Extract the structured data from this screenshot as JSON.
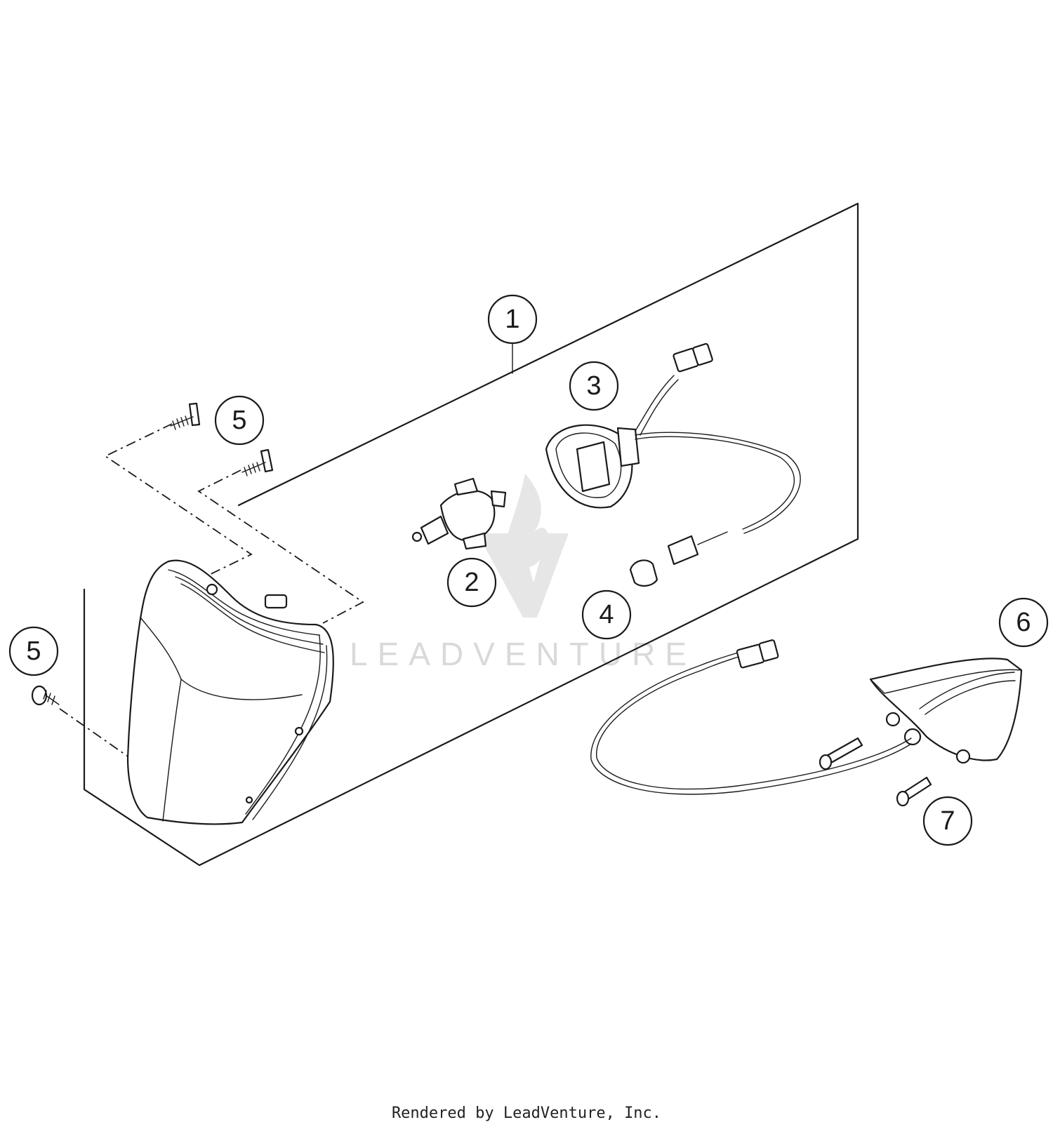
{
  "callouts": {
    "c1": "1",
    "c2": "2",
    "c3": "3",
    "c4": "4",
    "c5a": "5",
    "c5b": "5",
    "c6": "6",
    "c7": "7"
  },
  "watermark": "LEADVENTURE",
  "footer": "Rendered by LeadVenture, Inc.",
  "colors": {
    "ink": "#1a1a1a",
    "watermark": "#d9d9d9",
    "background": "#ffffff"
  }
}
